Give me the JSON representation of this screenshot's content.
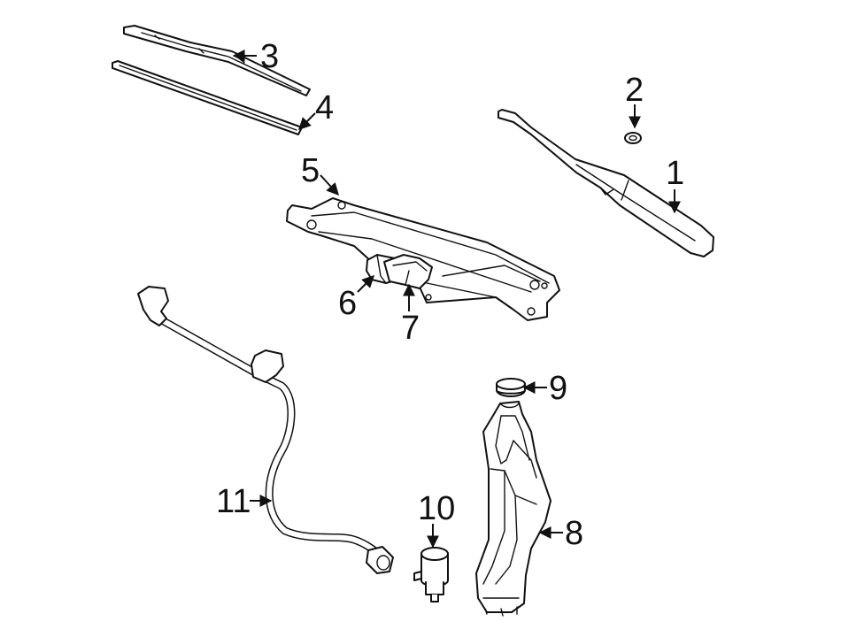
{
  "callouts": {
    "n1": "1",
    "n2": "2",
    "n3": "3",
    "n4": "4",
    "n5": "5",
    "n6": "6",
    "n7": "7",
    "n8": "8",
    "n9": "9",
    "n10": "10",
    "n11": "11"
  },
  "colors": {
    "line": "#111111",
    "background": "#ffffff",
    "shade": "#dcdcdc"
  }
}
